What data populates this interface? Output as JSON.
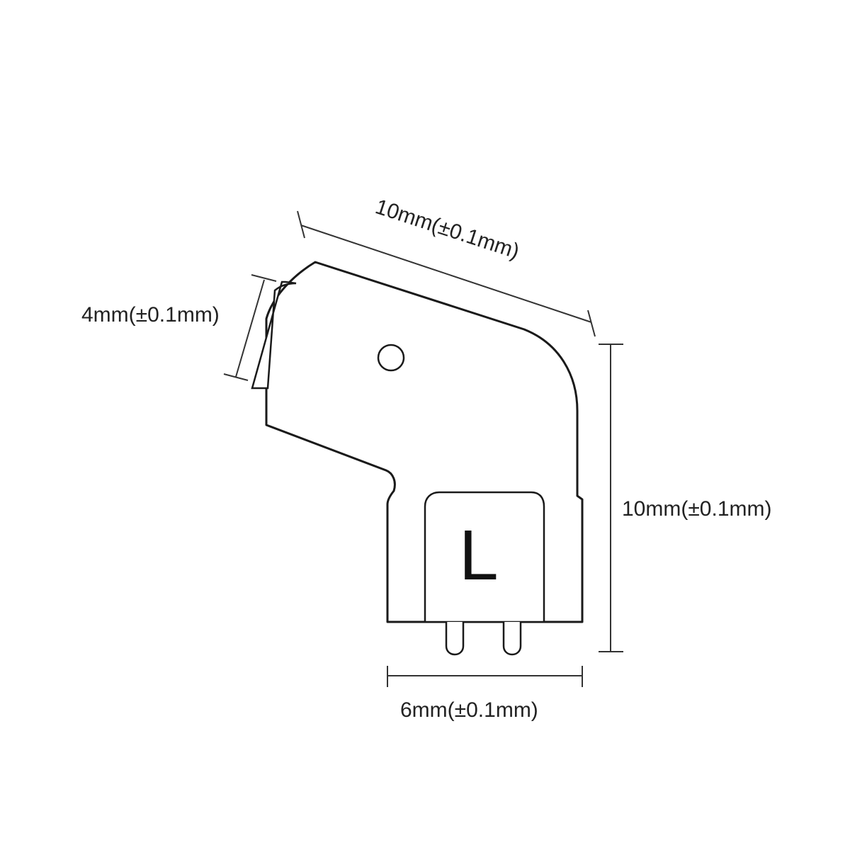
{
  "dimensions": {
    "top_length": "10mm(±0.1mm)",
    "side_height": "4mm(±0.1mm)",
    "right_height": "10mm(±0.1mm)",
    "bottom_width": "6mm(±0.1mm)"
  },
  "connector": {
    "side_label": "L"
  },
  "colors": {
    "outline": "#1a1a1a",
    "dimension_lines": "#333333",
    "background": "#ffffff"
  }
}
